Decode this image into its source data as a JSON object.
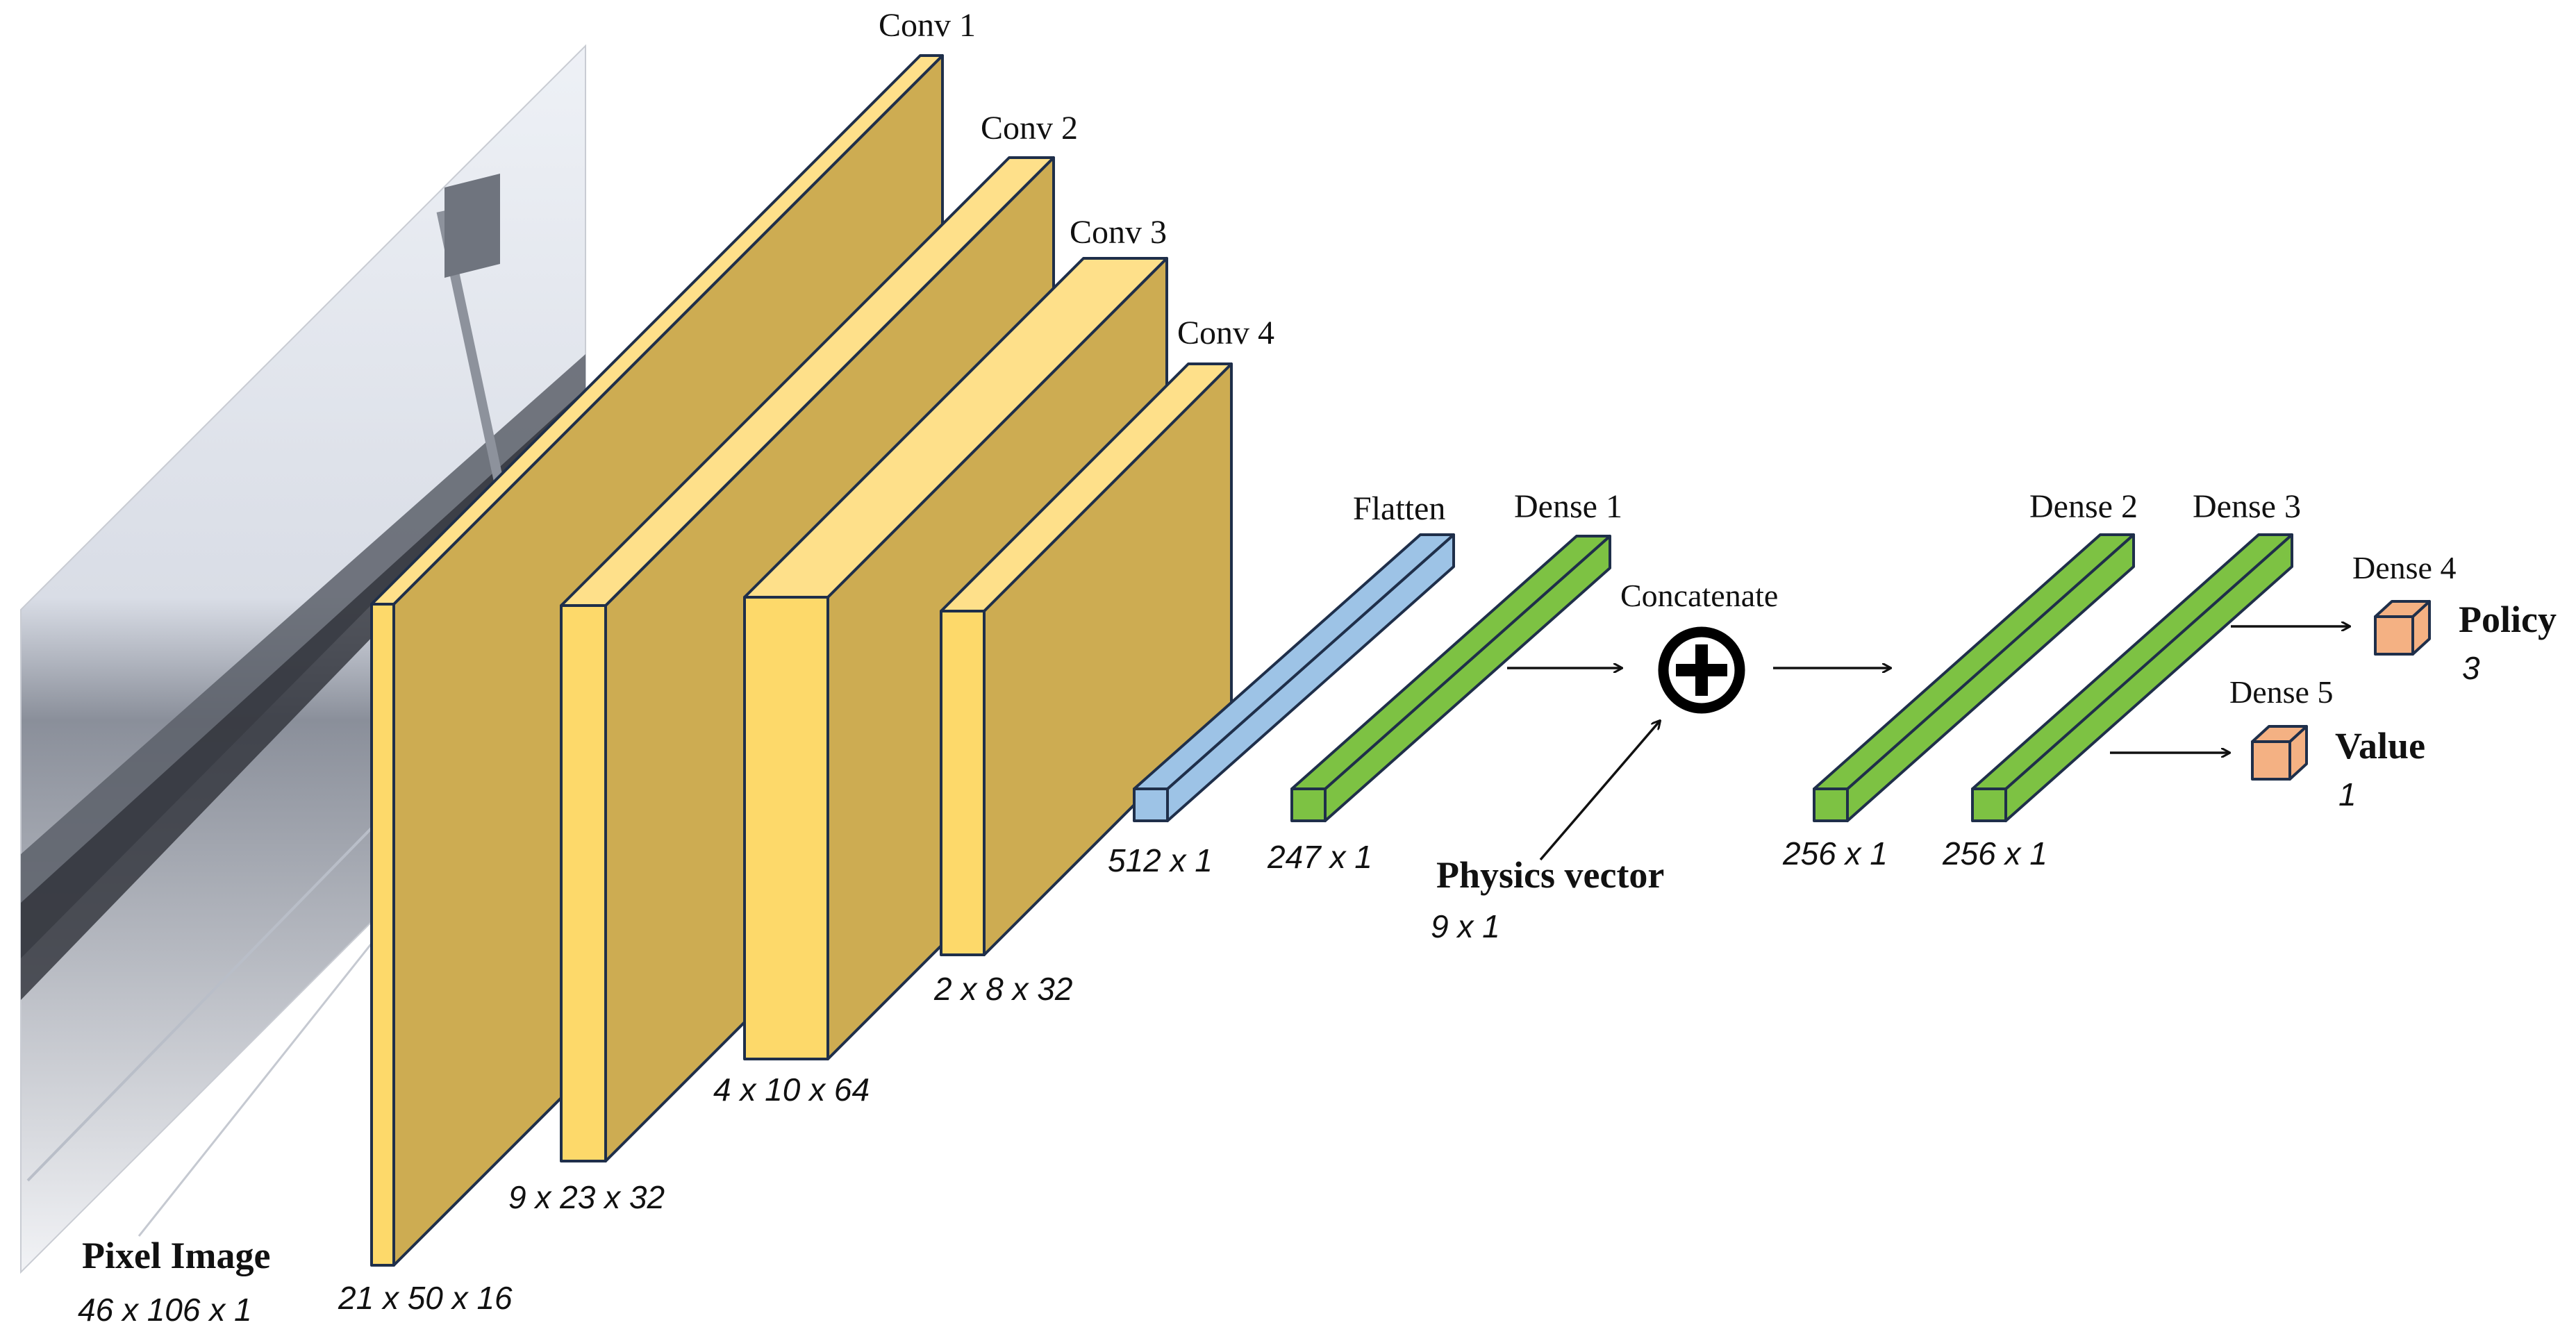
{
  "input": {
    "title": "Pixel Image",
    "dims": "46 x 106 x 1"
  },
  "conv_layers": [
    {
      "name": "Conv 1",
      "dims": "21 x 50 x 16"
    },
    {
      "name": "Conv 2",
      "dims": "9 x 23 x 32"
    },
    {
      "name": "Conv 3",
      "dims": "4 x 10 x 64"
    },
    {
      "name": "Conv 4",
      "dims": "2 x 8 x 32"
    }
  ],
  "flatten": {
    "name": "Flatten",
    "dims": "512 x 1"
  },
  "dense1": {
    "name": "Dense 1",
    "dims": "247 x 1"
  },
  "concat": {
    "name": "Concatenate"
  },
  "physics": {
    "title": "Physics vector",
    "dims": "9 x 1"
  },
  "dense2": {
    "name": "Dense 2",
    "dims": "256 x 1"
  },
  "dense3": {
    "name": "Dense 3",
    "dims": "256 x 1"
  },
  "dense4": {
    "name": "Dense 4",
    "output": "Policy",
    "dims": "3"
  },
  "dense5": {
    "name": "Dense 5",
    "output": "Value",
    "dims": "1"
  },
  "colors": {
    "conv_front": "#FDD96A",
    "conv_top": "#FEE08A",
    "conv_side": "#CDAC52",
    "flatten": "#9DC3E6",
    "dense": "#7DC243",
    "output": "#F4B183",
    "stroke": "#1F2F4A"
  }
}
